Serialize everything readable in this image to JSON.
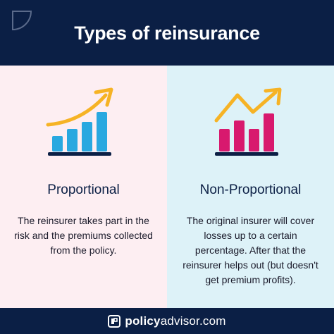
{
  "header": {
    "title": "Types of reinsurance",
    "bg_color": "#0b1f45",
    "corner_icon": "quarter-circle-logo-icon"
  },
  "panels": [
    {
      "title": "Proportional",
      "body": "The reinsurer takes part in the risk and the premiums collected from the policy.",
      "bg_color": "#fdeef2",
      "bar_color": "#29a8e0",
      "icon": "rising-bar-chart-icon"
    },
    {
      "title": "Non-Proportional",
      "body": "The original insurer will cover losses up to a certain percentage. After that the reinsurer helps out (but doesn't get premium profits).",
      "bg_color": "#ddf2f8",
      "bar_color": "#d8196e",
      "icon": "zigzag-bar-chart-icon"
    }
  ],
  "arrow_color": "#f6b325",
  "footer": {
    "brand_bold": "policy",
    "brand_rest": "advisor.com",
    "icon": "policyadvisor-logo-icon"
  }
}
